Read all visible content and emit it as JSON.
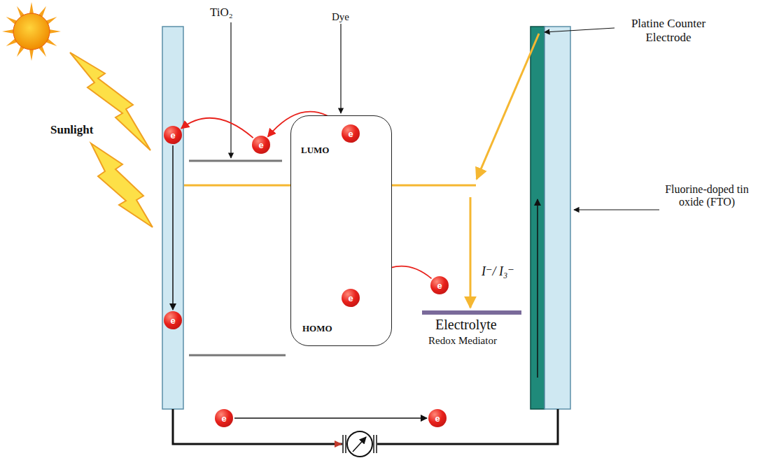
{
  "diagram": {
    "nodes": [
      {
        "text": [
          "e"
        ]
      },
      {
        "text": [
          "Dye"
        ]
      },
      {
        "text": [
          "e"
        ],
        "in": 1
      },
      {
        "text": [
          "e"
        ],
        "in": 1
      },
      {
        "text": [
          "e"
        ]
      },
      {
        "text": [
          "e"
        ]
      },
      {
        "text": [
          "e"
        ]
      },
      {
        "text": [
          "e"
        ]
      },
      {
        "text": [
          "e"
        ]
      }
    ],
    "edges": [
      {
        "from": 2,
        "to": 4,
        "arrow": "to"
      },
      {
        "from": 4,
        "to": 0,
        "arrow": "to"
      },
      {
        "from": 5,
        "to": 3,
        "arrow": "to"
      },
      {
        "from": 3,
        "to": 2,
        "arrow": "to"
      },
      {
        "from": 0,
        "to": 6,
        "arrow": "to"
      },
      {
        "from": 7,
        "to": 8,
        "arrow": "to"
      }
    ],
    "labels": [
      "Sunlight",
      "TiO₂",
      "LUMO",
      "HOMO",
      "I⁻/ I₃⁻",
      "Electrolyte",
      "Redox Mediator",
      "Platine Counter Electrode",
      "Fluorine-doped tin oxide (FTO)"
    ]
  }
}
